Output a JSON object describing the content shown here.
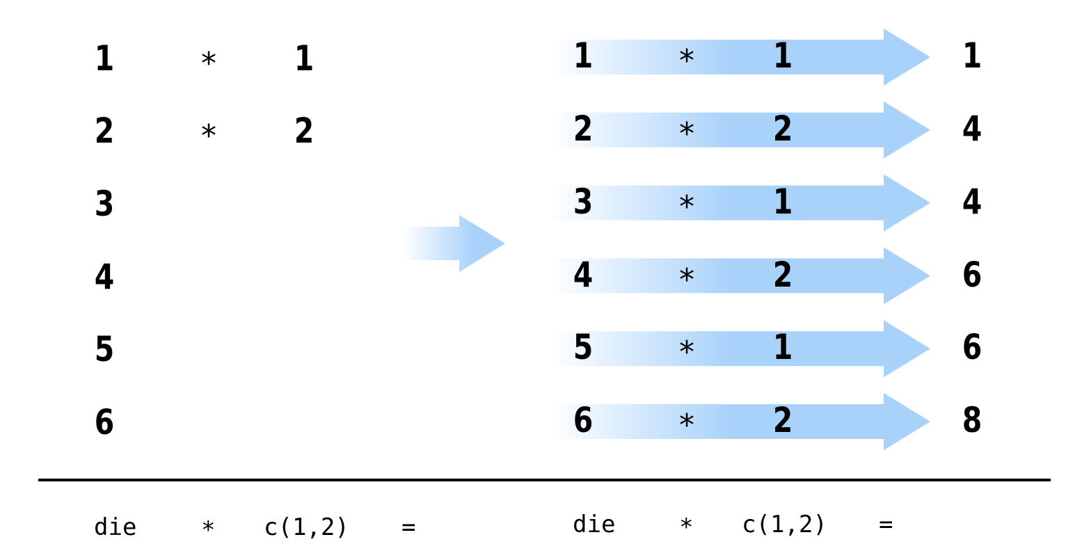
{
  "colors": {
    "arrow": "#a9d2fb",
    "text": "#000000",
    "rule": "#000000"
  },
  "left": {
    "die": [
      "1",
      "2",
      "3",
      "4",
      "5",
      "6"
    ],
    "times": "*",
    "multiplier": [
      "1",
      "2"
    ]
  },
  "right": {
    "rows": [
      {
        "die": "1",
        "op": "*",
        "mult": "1",
        "result": "1"
      },
      {
        "die": "2",
        "op": "*",
        "mult": "2",
        "result": "4"
      },
      {
        "die": "3",
        "op": "*",
        "mult": "1",
        "result": "4"
      },
      {
        "die": "4",
        "op": "*",
        "mult": "2",
        "result": "6"
      },
      {
        "die": "5",
        "op": "*",
        "mult": "1",
        "result": "6"
      },
      {
        "die": "6",
        "op": "*",
        "mult": "2",
        "result": "8"
      }
    ]
  },
  "code_left": {
    "var": "die",
    "op": "*",
    "vec": "c(1,2)",
    "eq": "="
  },
  "code_right": {
    "var": "die",
    "op": "*",
    "vec": "c(1,2)",
    "eq": "="
  }
}
